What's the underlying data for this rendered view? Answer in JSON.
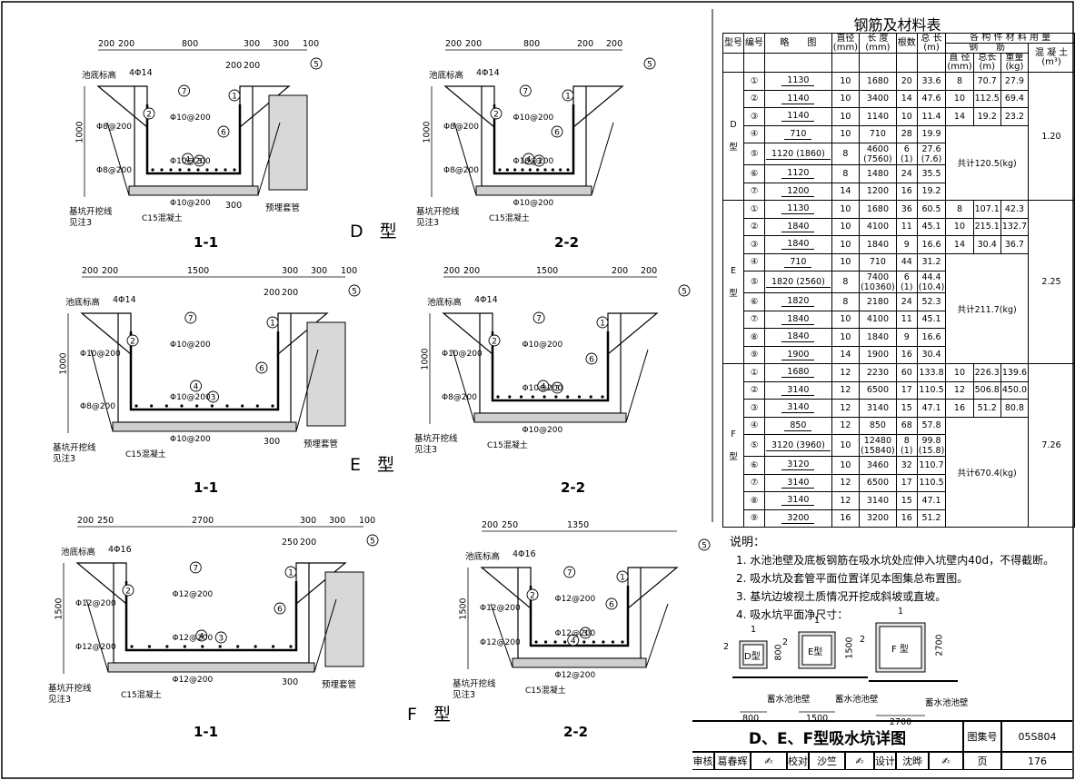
{
  "drawings": {
    "D": {
      "type_label": "D 型",
      "section_1": "1-1",
      "section_2": "2-2",
      "dims_top_1": [
        "200",
        "200",
        "800",
        "300",
        "300",
        "100",
        "200",
        "200"
      ],
      "dims_top_2": [
        "200",
        "200",
        "800",
        "200",
        "200"
      ],
      "dim_height": "1000",
      "dim_bottom": [
        "100",
        "200"
      ],
      "dim_base": "300",
      "dim_side_2": "200",
      "labels": {
        "pool_bottom_elev": "池底标高",
        "excavation_line": "基坑开挖线",
        "see_note": "见注3",
        "c15": "C15混凝土",
        "sleeve": "预埋套管",
        "bar_top": "4Φ14",
        "bar_a": "Φ10@200",
        "bar_b": "Φ10@200",
        "bar_c": "Φ8@200",
        "bar_d": "Φ8@200",
        "bar_e": "Φ10@200",
        "bar_f": "Φ10@200",
        "bar_g": "Φ10@200"
      }
    },
    "E": {
      "type_label": "E 型",
      "section_1": "1-1",
      "section_2": "2-2",
      "dims_top_1": [
        "200",
        "200",
        "1500",
        "300",
        "300",
        "100",
        "200",
        "200"
      ],
      "dims_top_2": [
        "200",
        "200",
        "1500",
        "200",
        "200"
      ],
      "dim_height": "1000",
      "dim_bottom": [
        "100",
        "200"
      ],
      "dim_base": "300",
      "dim_side_2": "200",
      "labels": {
        "pool_bottom_elev": "池底标高",
        "excavation_line": "基坑开挖线",
        "see_note": "见注3",
        "c15": "C15混凝土",
        "sleeve": "预埋套管",
        "bar_top": "4Φ14",
        "bar_a": "Φ10@200",
        "bar_b": "Φ10@200",
        "bar_c": "Φ8@200",
        "bar_d": "Φ10@200",
        "bar_e": "Φ10@200",
        "bar_f": "Φ10@200",
        "bar_g": "Φ10@200"
      }
    },
    "F": {
      "type_label": "F 型",
      "section_1": "1-1",
      "section_2": "2-2",
      "dims_top_1": [
        "200",
        "250",
        "2700",
        "300",
        "300",
        "100",
        "250",
        "200"
      ],
      "dims_top_2": [
        "200",
        "250",
        "1350"
      ],
      "dim_height": "1500",
      "dim_bottom": [
        "100",
        "250"
      ],
      "dim_base": "300",
      "labels": {
        "pool_bottom_elev": "池底标高",
        "excavation_line": "基坑开挖线",
        "see_note": "见注3",
        "c15": "C15混凝土",
        "sleeve": "预埋套管",
        "bar_top": "4Φ16",
        "bar_a": "Φ12@200",
        "bar_b": "Φ12@200",
        "bar_c": "Φ12@200",
        "bar_d": "Φ12@200",
        "bar_e": "Φ12@200",
        "bar_f": "Φ12@200",
        "bar_g": "Φ12@200"
      }
    }
  },
  "table": {
    "title": "钢筋及材料表",
    "headers": {
      "type": "型号",
      "no": "编号",
      "sketch": "略　　图",
      "dia": "直径\n(mm)",
      "len": "长 度\n(mm)",
      "count": "根数",
      "total": "总 长\n(m)",
      "group": "各 构 件 材 料 用 量",
      "steel": "钢　　筋",
      "concrete": "混 凝 土\n(m³)",
      "s_dia": "直 径\n(mm)",
      "s_total": "总长\n(m)",
      "s_weight": "重量\n(kg)"
    },
    "groups": [
      {
        "type": "D\n\n型",
        "concrete": "1.20",
        "summary": "共计120.5(kg)",
        "steel": [
          [
            "8",
            "70.7",
            "27.9"
          ],
          [
            "10",
            "112.5",
            "69.4"
          ],
          [
            "14",
            "19.2",
            "23.2"
          ]
        ],
        "rows": [
          [
            "①",
            "1130",
            "10",
            "1680",
            "20",
            "33.6"
          ],
          [
            "②",
            "1140",
            "10",
            "3400",
            "14",
            "47.6"
          ],
          [
            "③",
            "1140",
            "10",
            "1140",
            "10",
            "11.4"
          ],
          [
            "④",
            "710",
            "10",
            "710",
            "28",
            "19.9"
          ],
          [
            "⑤",
            "1120 (1860)",
            "8",
            "4600\n(7560)",
            "6\n(1)",
            "27.6\n(7.6)"
          ],
          [
            "⑥",
            "1120",
            "8",
            "1480",
            "24",
            "35.5"
          ],
          [
            "⑦",
            "1200",
            "14",
            "1200",
            "16",
            "19.2"
          ]
        ]
      },
      {
        "type": "E\n\n型",
        "concrete": "2.25",
        "summary": "共计211.7(kg)",
        "steel": [
          [
            "8",
            "107.1",
            "42.3"
          ],
          [
            "10",
            "215.1",
            "132.7"
          ],
          [
            "14",
            "30.4",
            "36.7"
          ]
        ],
        "rows": [
          [
            "①",
            "1130",
            "10",
            "1680",
            "36",
            "60.5"
          ],
          [
            "②",
            "1840",
            "10",
            "4100",
            "11",
            "45.1"
          ],
          [
            "③",
            "1840",
            "10",
            "1840",
            "9",
            "16.6"
          ],
          [
            "④",
            "710",
            "10",
            "710",
            "44",
            "31.2"
          ],
          [
            "⑤",
            "1820 (2560)",
            "8",
            "7400\n(10360)",
            "6\n(1)",
            "44.4\n(10.4)"
          ],
          [
            "⑥",
            "1820",
            "8",
            "2180",
            "24",
            "52.3"
          ],
          [
            "⑦",
            "1840",
            "10",
            "4100",
            "11",
            "45.1"
          ],
          [
            "⑧",
            "1840",
            "10",
            "1840",
            "9",
            "16.6"
          ],
          [
            "⑨",
            "1900",
            "14",
            "1900",
            "16",
            "30.4"
          ]
        ]
      },
      {
        "type": "F\n\n型",
        "concrete": "7.26",
        "summary": "共计670.4(kg)",
        "steel": [
          [
            "10",
            "226.3",
            "139.6"
          ],
          [
            "12",
            "506.8",
            "450.0"
          ],
          [
            "16",
            "51.2",
            "80.8"
          ]
        ],
        "rows": [
          [
            "①",
            "1680",
            "12",
            "2230",
            "60",
            "133.8"
          ],
          [
            "②",
            "3140",
            "12",
            "6500",
            "17",
            "110.5"
          ],
          [
            "③",
            "3140",
            "12",
            "3140",
            "15",
            "47.1"
          ],
          [
            "④",
            "850",
            "12",
            "850",
            "68",
            "57.8"
          ],
          [
            "⑤",
            "3120 (3960)",
            "10",
            "12480\n(15840)",
            "8\n(1)",
            "99.8\n(15.8)"
          ],
          [
            "⑥",
            "3120",
            "10",
            "3460",
            "32",
            "110.7"
          ],
          [
            "⑦",
            "3140",
            "12",
            "6500",
            "17",
            "110.5"
          ],
          [
            "⑧",
            "3140",
            "12",
            "3140",
            "15",
            "47.1"
          ],
          [
            "⑨",
            "3200",
            "16",
            "3200",
            "16",
            "51.2"
          ]
        ]
      }
    ]
  },
  "notes": {
    "heading": "说明：",
    "items": [
      "1.  水池池壁及底板钢筋在吸水坑处应伸入坑壁内40d，不得截断。",
      "2.  吸水坑及套管平面位置详见本图集总布置图。",
      "3.  基坑边坡视土质情况开挖成斜坡或直坡。",
      "4.  吸水坑平面净尺寸："
    ]
  },
  "plans": [
    {
      "label": "D型",
      "width": "800",
      "height": "800",
      "wall": "蓄水池池壁"
    },
    {
      "label": "E型",
      "width": "1500",
      "height": "1500",
      "wall": "蓄水池池壁"
    },
    {
      "label": "F 型",
      "width": "2700",
      "height": "2700",
      "wall": "蓄水池池壁"
    }
  ],
  "plan_marks": {
    "one": "1",
    "two": "2"
  },
  "title_block": {
    "title": "D、E、F型吸水坑详图",
    "atlas_label": "图集号",
    "atlas_no": "05S804",
    "page_label": "页",
    "page_no": "176",
    "review_label": "审核",
    "reviewer": "葛春辉",
    "check_label": "校对",
    "checker": "沙竺",
    "design_label": "设计",
    "designer": "沈晔"
  },
  "colors": {
    "ink": "#000000",
    "paper": "#ffffff",
    "concrete": "#9a9a9a"
  }
}
